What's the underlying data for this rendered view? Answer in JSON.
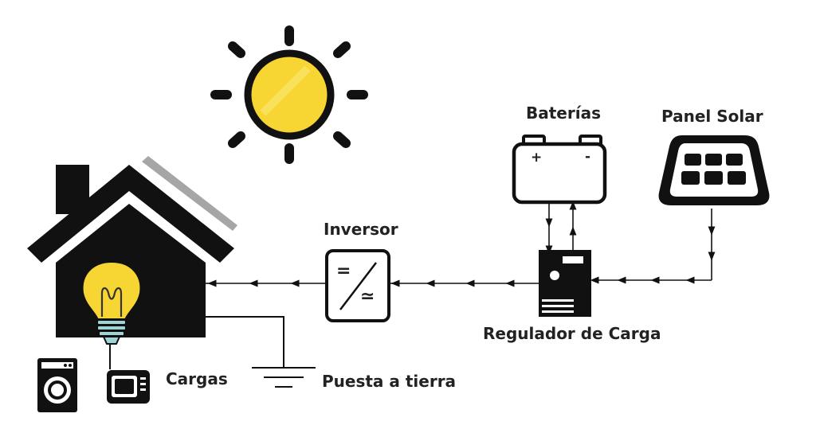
{
  "labels": {
    "baterias": "Baterías",
    "panel_solar": "Panel Solar",
    "inversor": "Inversor",
    "regulador": "Regulador de Carga",
    "cargas": "Cargas",
    "puesta_tierra": "Puesta a tierra"
  },
  "symbols": {
    "plus": "+",
    "minus": "-",
    "dc": "=",
    "ac": "≃"
  },
  "icons": {
    "sun": "sun-icon",
    "house": "house-icon",
    "bulb": "light-bulb-icon",
    "washer": "washing-machine-icon",
    "microwave": "microwave-icon",
    "battery": "battery-icon",
    "solar_panel": "solar-panel-icon",
    "inverter": "inverter-icon",
    "charge_controller": "charge-controller-icon",
    "ground": "ground-symbol-icon"
  },
  "colors": {
    "sun_fill": "#F7D633",
    "bulb_fill": "#F7D633",
    "ink": "#111111",
    "roof_panel": "#A6A6A6"
  }
}
